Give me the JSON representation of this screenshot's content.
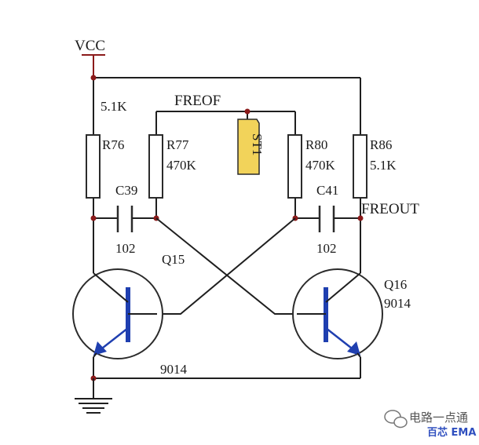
{
  "colors": {
    "wire": "#1f1f1f",
    "vcc_line": "#8b1a1a",
    "component": "#2b2b2b",
    "transistor_fill": "#ffffff",
    "arrow": "#1f3fb0",
    "speaker_fill": "#f2d35a",
    "node": "#8b1a1a"
  },
  "labels": {
    "vcc": "VCC",
    "freof": "FREOF",
    "freout": "FREOUT",
    "r76_value": "5.1K",
    "r76": "R76",
    "r77": "R77",
    "r77_value": "470K",
    "r80": "R80",
    "r80_value": "470K",
    "r86": "R86",
    "r86_value": "5.1K",
    "c39": "C39",
    "c39_value": "102",
    "c41": "C41",
    "c41_value": "102",
    "q15": "Q15",
    "q15_type": "9014",
    "q16": "Q16",
    "q16_type": "9014",
    "speaker": "ST1"
  },
  "watermark": {
    "line1": "电路一点通",
    "line2": "百芯 EMA"
  }
}
